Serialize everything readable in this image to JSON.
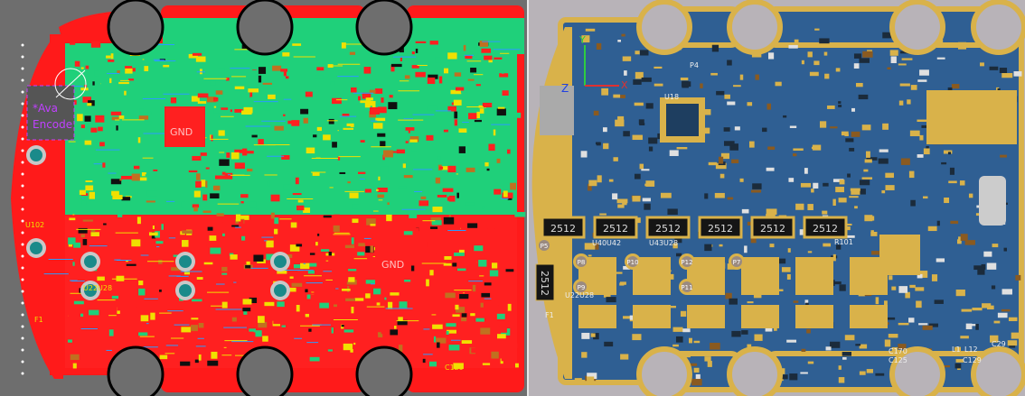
{
  "left_view": {
    "colors": {
      "background": "#6e6e6e",
      "board_edge": "#ff1a1a",
      "top_copper": "#ff2020",
      "bottom_copper": "#1fd07a",
      "silkscreen": "#f0e000",
      "keepout": "#c040ff"
    },
    "labels": {
      "gnd_1": "GND",
      "gnd_2": "GND",
      "comp_1": "*Ava",
      "comp_2": "Encode",
      "u_1": "U22U28",
      "u_2": "U102",
      "f_1": "F1",
      "c_1": "C129"
    }
  },
  "right_view": {
    "colors": {
      "background": "#b8b3b8",
      "board": "#2f5f93",
      "gold": "#d9b24a",
      "resistor": "#151515"
    },
    "axes": {
      "x": "X",
      "y": "Y",
      "z": "Z"
    },
    "resistors": [
      "2512",
      "2512",
      "2512",
      "2512",
      "2512",
      "2512"
    ],
    "resistor_side": "2512",
    "pads": [
      "P5",
      "P8",
      "P10",
      "P12",
      "P7",
      "P9",
      "P11"
    ],
    "labels": {
      "f1": "F1",
      "r101": "R101",
      "c129": "C129",
      "u18": "U18",
      "p4": "P4",
      "u22": "U22U28",
      "l1": "L1",
      "l12": "L12",
      "c29": "C29",
      "c125": "C125",
      "c170": "C170",
      "u43": "U43U28",
      "u40": "U40U42"
    }
  }
}
